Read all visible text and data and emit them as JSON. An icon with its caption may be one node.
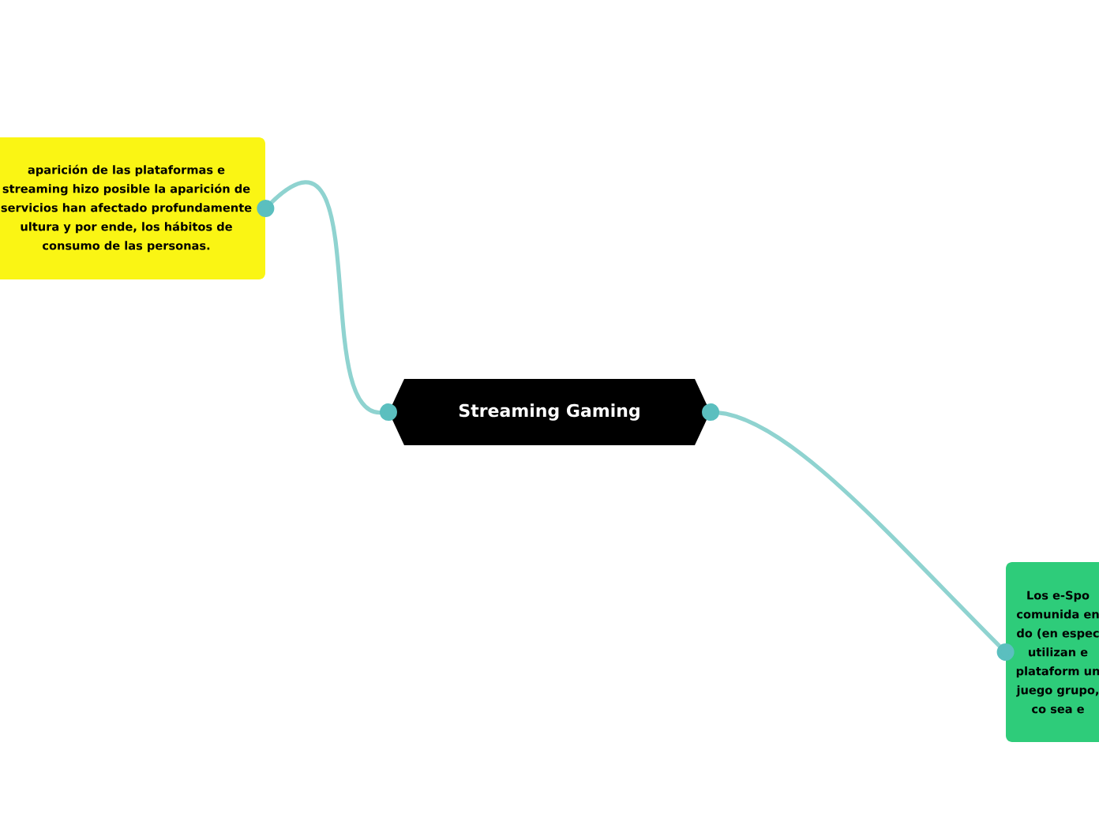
{
  "diagram": {
    "nodes": [
      {
        "text": [
          "Streaming Gaming"
        ]
      },
      {
        "text": [
          "aparición de las plataformas e streaming hizo posible la aparición de servicios han afectado profundamente ultura y por ende, los hábitos de consumo de las personas."
        ]
      },
      {
        "text": [
          "Los e-Spo comunida en do (en espec utilizan e plataform un juego grupo, co sea e"
        ]
      }
    ],
    "edges": [
      {
        "from": 0,
        "to": 1,
        "arrow": "other"
      },
      {
        "from": 0,
        "to": 2,
        "arrow": "other"
      }
    ]
  }
}
